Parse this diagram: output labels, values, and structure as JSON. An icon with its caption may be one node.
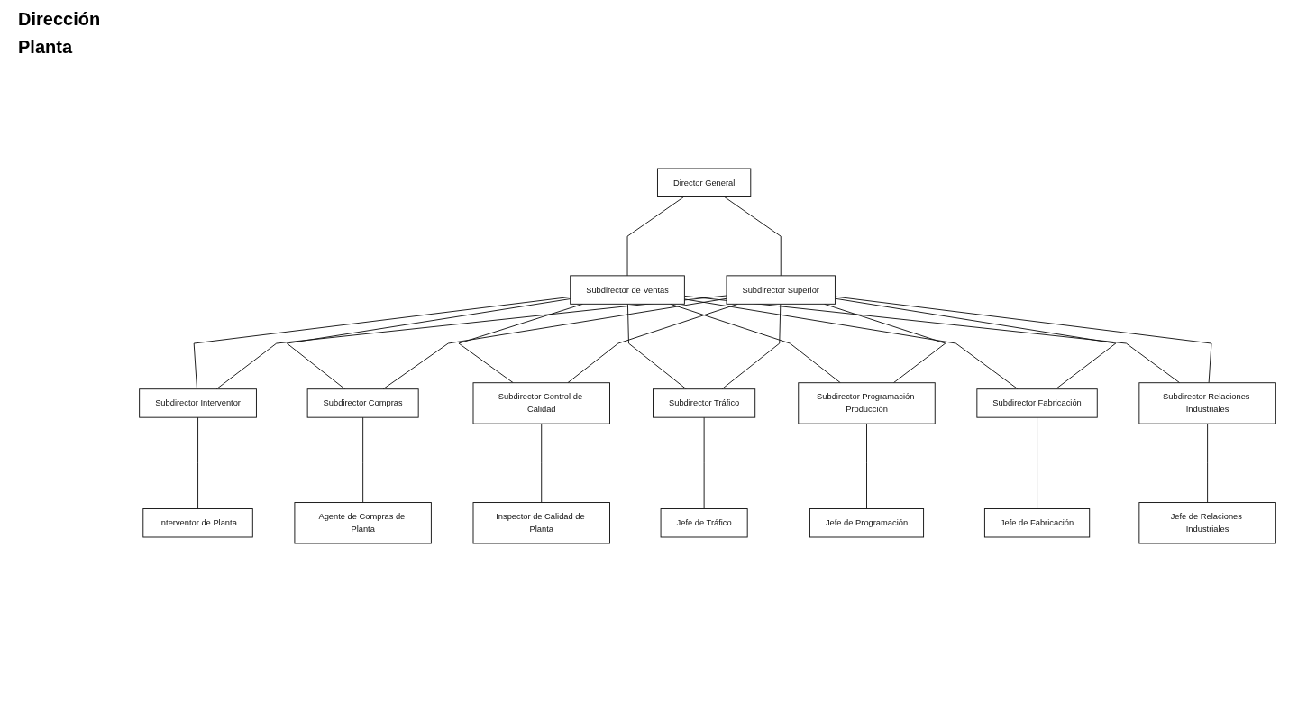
{
  "diagram": {
    "nodes": [
      {
        "text": [
          "Director General"
        ]
      },
      {
        "text": [
          "Subdirector de Ventas"
        ]
      },
      {
        "text": [
          "Subdirector Superior"
        ]
      },
      {
        "text": [
          "Subdirector Interventor"
        ]
      },
      {
        "text": [
          "Subdirector Compras"
        ]
      },
      {
        "text": [
          "Subdirector Control de Calidad"
        ]
      },
      {
        "text": [
          "Subdirector Tráfico"
        ]
      },
      {
        "text": [
          "Subdirector Programación Producción"
        ]
      },
      {
        "text": [
          "Subdirector Fabricación"
        ]
      },
      {
        "text": [
          "Subdirector Relaciones Industriales"
        ]
      },
      {
        "text": [
          "Interventor de Planta"
        ]
      },
      {
        "text": [
          "Agente de Compras de Planta"
        ]
      },
      {
        "text": [
          "Inspector de Calidad de Planta"
        ]
      },
      {
        "text": [
          "Jefe de Tráfico"
        ]
      },
      {
        "text": [
          "Jefe de Programación"
        ]
      },
      {
        "text": [
          "Jefe de Fabricación"
        ]
      },
      {
        "text": [
          "Jefe de Relaciones Industriales"
        ]
      }
    ],
    "edges": [
      {
        "from": 0,
        "to": 1,
        "arrow": "none"
      },
      {
        "from": 0,
        "to": 2,
        "arrow": "none"
      },
      {
        "from": 1,
        "to": 3,
        "arrow": "none"
      },
      {
        "from": 1,
        "to": 4,
        "arrow": "none"
      },
      {
        "from": 1,
        "to": 5,
        "arrow": "none"
      },
      {
        "from": 1,
        "to": 6,
        "arrow": "none"
      },
      {
        "from": 1,
        "to": 7,
        "arrow": "none"
      },
      {
        "from": 1,
        "to": 8,
        "arrow": "none"
      },
      {
        "from": 1,
        "to": 9,
        "arrow": "none"
      },
      {
        "from": 2,
        "to": 3,
        "arrow": "none"
      },
      {
        "from": 2,
        "to": 4,
        "arrow": "none"
      },
      {
        "from": 2,
        "to": 5,
        "arrow": "none"
      },
      {
        "from": 2,
        "to": 6,
        "arrow": "none"
      },
      {
        "from": 2,
        "to": 7,
        "arrow": "none"
      },
      {
        "from": 2,
        "to": 8,
        "arrow": "none"
      },
      {
        "from": 2,
        "to": 9,
        "arrow": "none"
      },
      {
        "from": 3,
        "to": 10,
        "arrow": "none"
      },
      {
        "from": 4,
        "to": 11,
        "arrow": "none"
      },
      {
        "from": 5,
        "to": 12,
        "arrow": "none"
      },
      {
        "from": 6,
        "to": 13,
        "arrow": "none"
      },
      {
        "from": 7,
        "to": 14,
        "arrow": "none"
      },
      {
        "from": 8,
        "to": 15,
        "arrow": "none"
      },
      {
        "from": 9,
        "to": 16,
        "arrow": "none"
      }
    ],
    "labels": [
      "Dirección",
      "Planta"
    ]
  }
}
